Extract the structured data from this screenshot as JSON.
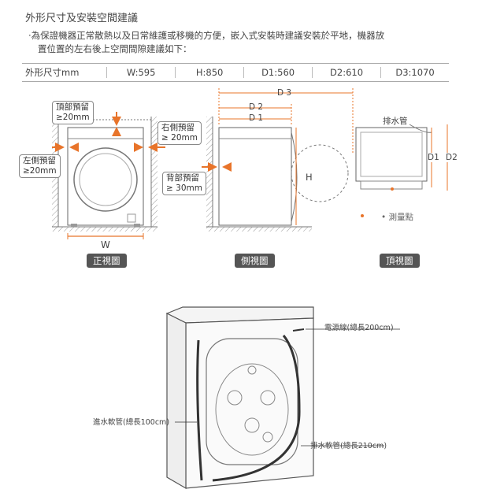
{
  "title": "外形尺寸及安裝空間建議",
  "note": {
    "line1": "‧為保證機器正常散熱以及日常維護或移機的方便，嵌入式安裝時建議安裝於平地，機器放",
    "line2": "置位置的左右後上空間間隙建議如下："
  },
  "dimensions": {
    "label": "外形尺寸mm",
    "cells": [
      "W:595",
      "H:850",
      "D1:560",
      "D2:610",
      "D3:1070"
    ]
  },
  "front_view": {
    "top_clearance": [
      "頂部預留",
      "≥20mm"
    ],
    "right_clearance": [
      "右側預留",
      "≥ 20mm"
    ],
    "left_clearance": [
      "左側預留",
      "≥20mm"
    ],
    "width_label": "W",
    "tag": "正視圖"
  },
  "side_view": {
    "back_clearance": [
      "背部預留",
      "≥ 30mm"
    ],
    "d3": "D 3",
    "d2": "D 2",
    "d1": "D 1",
    "h": "H",
    "tag": "側視圖"
  },
  "top_view": {
    "drain": "排水管",
    "d1": "D1",
    "d2": "D2",
    "measure_point": "• 測量點",
    "tag": "頂視圖"
  },
  "back_view": {
    "power_cord": "電源線(總長200cm)",
    "inlet_hose": "進水軟管(總長100cm)",
    "drain_hose": "排水軟管(總長210cm)"
  },
  "colors": {
    "accent": "#e8742a",
    "line": "#555555",
    "tag_bg": "#555555"
  }
}
